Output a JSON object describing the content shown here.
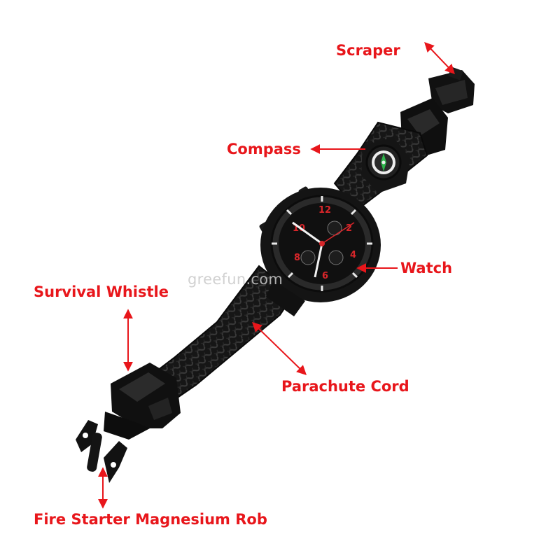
{
  "labels": {
    "scraper": "Scraper",
    "compass": "Compass",
    "watch": "Watch",
    "survival_whistle": "Survival Whistle",
    "parachute_cord": "Parachute Cord",
    "fire_starter": "Fire Starter Magnesium Rob"
  },
  "watermark": "greefun.com",
  "colors": {
    "label": "#e8161b",
    "cord": "#1c1c1c",
    "dial_accent": "#d8262a",
    "compass_needle": "#2db34a"
  }
}
